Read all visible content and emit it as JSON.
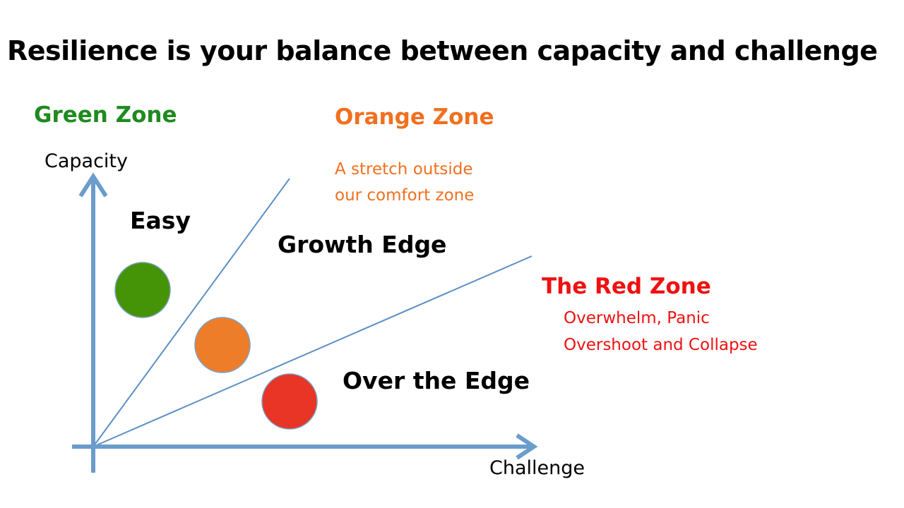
{
  "title": "Resilience is your balance between capacity and challenge",
  "zones": {
    "green": {
      "label": "Green Zone",
      "color": "#1f8a1f"
    },
    "orange": {
      "label": "Orange Zone",
      "desc": [
        "A stretch outside",
        "our comfort zone"
      ],
      "color": "#f07020"
    },
    "red": {
      "label": "The Red Zone",
      "desc": [
        "Overwhelm, Panic",
        "Overshoot and Collapse"
      ],
      "color": "#ee1111"
    }
  },
  "axes": {
    "y_label": "Capacity",
    "x_label": "Challenge",
    "color": "#6a9ccc"
  },
  "regions": {
    "easy": "Easy",
    "growth": "Growth Edge",
    "over": "Over the Edge"
  },
  "circles": {
    "green": "#459408",
    "orange": "#ee7d2a",
    "red": "#e83525"
  }
}
